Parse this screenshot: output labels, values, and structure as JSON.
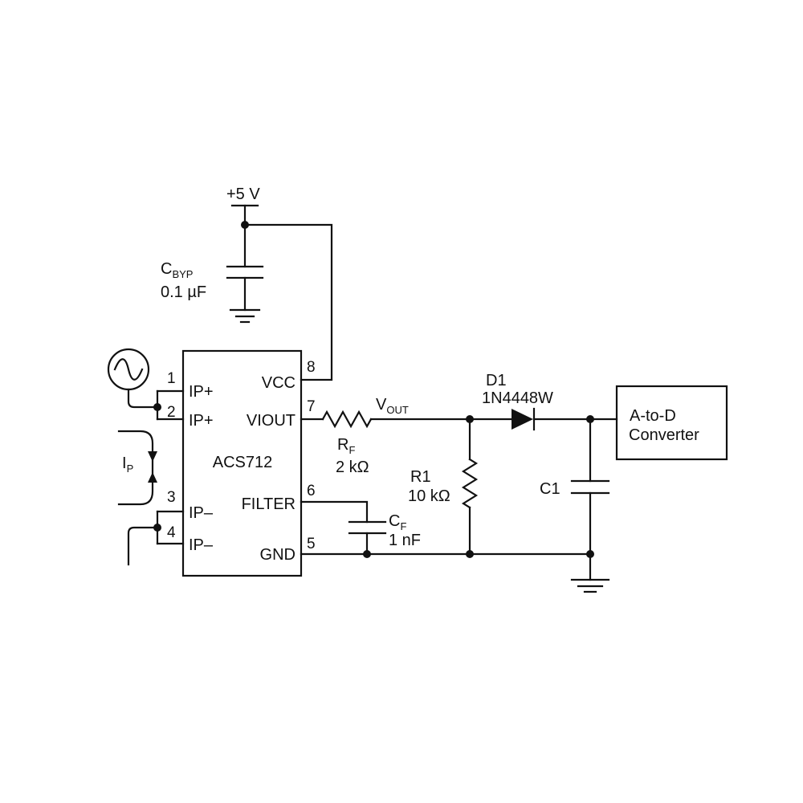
{
  "supply": {
    "label": "+5 V"
  },
  "c_byp": {
    "symbol": "C",
    "subscript": "BYP",
    "value": "0.1 µF"
  },
  "source": {
    "icon": "ac-source-icon"
  },
  "ip": {
    "symbol": "I",
    "subscript": "P"
  },
  "ic": {
    "name": "ACS712",
    "pins": [
      {
        "number": "1",
        "label": "IP+"
      },
      {
        "number": "2",
        "label": "IP+"
      },
      {
        "number": "3",
        "label": "IP–"
      },
      {
        "number": "4",
        "label": "IP–"
      },
      {
        "number": "5",
        "label": "GND"
      },
      {
        "number": "6",
        "label": "FILTER"
      },
      {
        "number": "7",
        "label": "VIOUT"
      },
      {
        "number": "8",
        "label": "VCC"
      }
    ]
  },
  "r_f": {
    "symbol": "R",
    "subscript": "F",
    "value": "2 kΩ"
  },
  "v_out": {
    "symbol": "V",
    "subscript": "OUT"
  },
  "d1": {
    "name": "D1",
    "part": "1N4448W"
  },
  "r1": {
    "name": "R1",
    "value": "10 kΩ"
  },
  "c1": {
    "name": "C1"
  },
  "c_f": {
    "symbol": "C",
    "subscript": "F",
    "value": "1 nF"
  },
  "adc": {
    "line1": "A-to-D",
    "line2": "Converter"
  },
  "colors": {
    "ink": "#111111",
    "background": "#ffffff"
  }
}
